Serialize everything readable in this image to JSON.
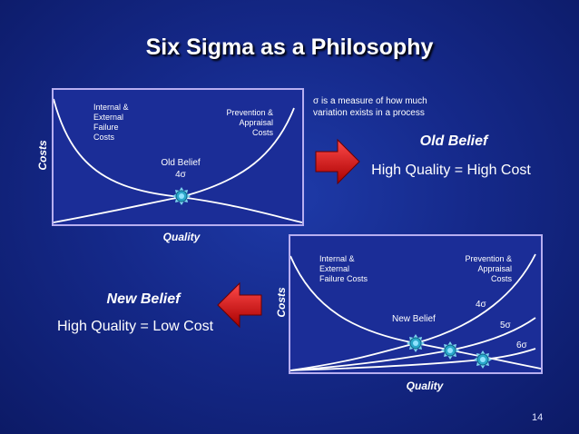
{
  "slide": {
    "title": "Six Sigma as a Philosophy",
    "page_number": "14"
  },
  "top_chart": {
    "left_curve_label_lines": [
      "Internal &",
      "External",
      "Failure",
      "Costs"
    ],
    "right_curve_label_lines": [
      "Prevention &",
      "Appraisal",
      "Costs"
    ],
    "point_label_line1": "Old Belief",
    "point_label_line2": "4σ",
    "y_axis_label": "Costs",
    "x_axis_label": "Quality"
  },
  "sigma_note": {
    "line1": "σ is a measure of how much",
    "line2": "variation exists in a process"
  },
  "old_belief": {
    "heading": "Old Belief",
    "statement": "High Quality = High Cost"
  },
  "new_belief": {
    "heading": "New Belief",
    "statement": "High Quality = Low Cost"
  },
  "bottom_chart": {
    "left_curve_label_lines": [
      "Internal &",
      "External",
      "Failure Costs"
    ],
    "right_curve_label_lines": [
      "Prevention &",
      "Appraisal",
      "Costs"
    ],
    "point_label": "New Belief",
    "sigma_labels": [
      "4σ",
      "5σ",
      "6σ"
    ],
    "y_axis_label": "Costs",
    "x_axis_label": "Quality"
  },
  "colors": {
    "background": "#15298a",
    "panel_border": "#b7aef0",
    "arrow_red": "#d40000",
    "intersection_marker": "#2aa7c9"
  },
  "icons": {
    "right_arrow": "red-right-arrow-icon",
    "left_arrow": "red-left-arrow-icon",
    "intersection": "starburst-marker-icon"
  }
}
